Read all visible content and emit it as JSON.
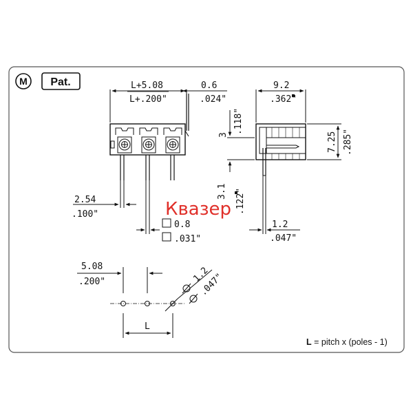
{
  "badges": {
    "m": "M",
    "pat": "Pat."
  },
  "front_view": {
    "top_width_mm": "L+5.08",
    "top_width_in": "L+.200\"",
    "pin_offset_mm": "0.6",
    "pin_offset_in": ".024\"",
    "pitch_mm": "2.54",
    "pitch_in": ".100\"",
    "pin_size_mm": "0.8",
    "pin_size_in": ".031\""
  },
  "side_view": {
    "depth_mm": "9.2",
    "depth_in": ".362\"",
    "height_mm": "7.25",
    "height_in": ".285\"",
    "pin_height_mm": "3",
    "pin_height_in": ".118\"",
    "pin_length_mm": "3.1",
    "pin_length_in": ".122\"",
    "pin_width_mm": "1.2",
    "pin_width_in": ".047\""
  },
  "pcb_layout": {
    "pitch_mm": "5.08",
    "pitch_in": ".200\"",
    "hole_mm": "1.2",
    "hole_in": ".047\"",
    "length_label": "L"
  },
  "watermark": "Квазер",
  "formula": {
    "bold": "L",
    "rest": " = pitch x (poles - 1)"
  },
  "colors": {
    "line": "#111111",
    "frame": "#555555",
    "watermark": "#e0302a"
  }
}
